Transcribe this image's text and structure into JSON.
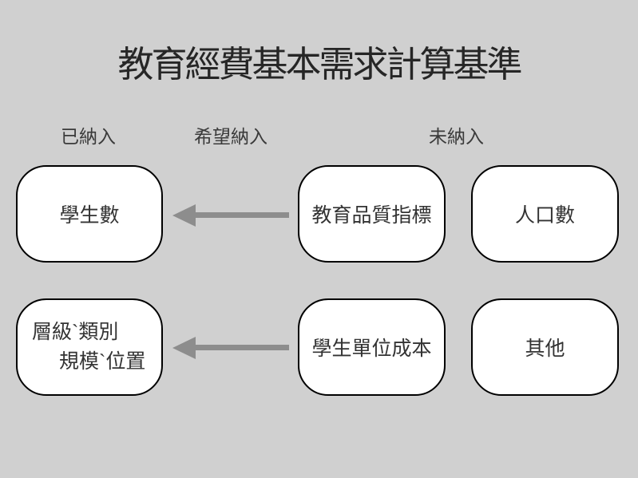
{
  "slide": {
    "title": "教育經費基本需求計算基準",
    "column_labels": {
      "included": "已納入",
      "desired": "希望納入",
      "excluded": "未納入"
    },
    "boxes": {
      "student_count": "學生數",
      "education_quality_indicators": "教育品質指標",
      "population": "人口數",
      "level_category": {
        "line1": "層級ˋ類別",
        "line2": "規模ˋ位置"
      },
      "student_unit_cost": "學生單位成本",
      "other": "其他"
    },
    "colors": {
      "background": "#d0d0d0",
      "box_fill": "#ffffff",
      "box_border": "#000000",
      "arrow": "#8d8d8d",
      "text": "#2e2e2e"
    }
  }
}
